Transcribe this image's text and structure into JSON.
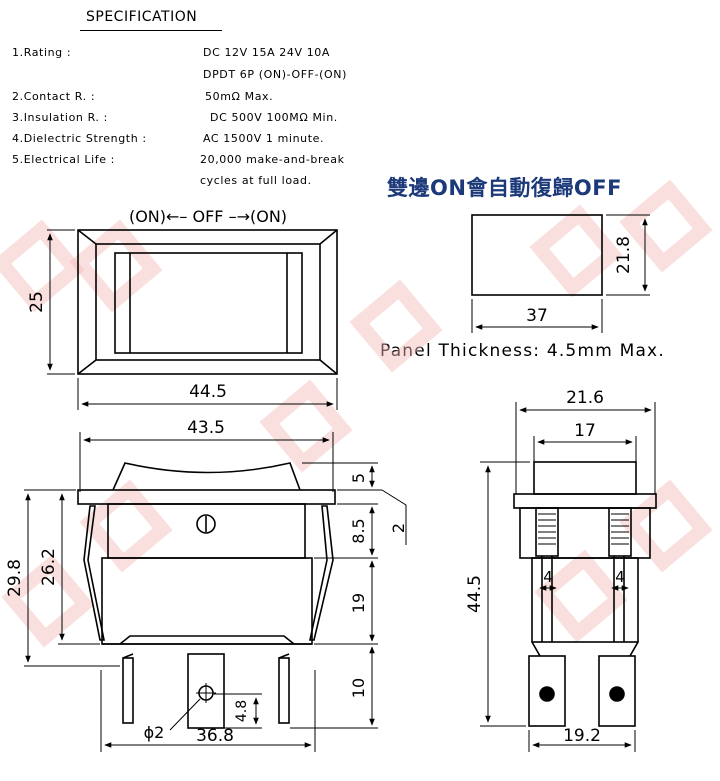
{
  "specification": {
    "title": "SPECIFICATION",
    "rows": [
      {
        "label": "1.Rating :",
        "value": "DC 12V 15A   24V 10A"
      },
      {
        "label": "",
        "value": "DPDT 6P (ON)-OFF-(ON)"
      },
      {
        "label": "2.Contact R. :",
        "value": "50mΩ  Max."
      },
      {
        "label": "3.Insulation R. :",
        "value": "DC 500V 100MΩ  Min."
      },
      {
        "label": "4.Dielectric Strength :",
        "value": "AC 1500V 1 minute."
      },
      {
        "label": "5.Electrical Life :",
        "value": "20,000 make-and-break"
      },
      {
        "label": "",
        "value": "cycles at full load."
      }
    ]
  },
  "note_text": "雙邊ON會自動復歸OFF",
  "note_color": "#1c3a7a",
  "panel_note": "Panel Thickness:  4.5mm Max.",
  "front_view": {
    "position_label": "(ON)←– OFF –→(ON)",
    "width": "44.5",
    "height": "25"
  },
  "panel_cutout": {
    "width": "37",
    "height": "21.8"
  },
  "side_view": {
    "top_width": "43.5",
    "total_height": "29.8",
    "body_height": "26.2",
    "actuator_height": "5",
    "bezel_height": "8.5",
    "body_depth": "19",
    "terminal_length": "10",
    "panel_gap": "2",
    "terminal_spacing": "36.8",
    "hole_dia": "ϕ2",
    "hole_offset": "4.8"
  },
  "end_view": {
    "top_width": "21.6",
    "inner_width": "17",
    "height": "44.5",
    "left_pitch": "4",
    "right_pitch": "4",
    "terminal_span": "19.2"
  }
}
